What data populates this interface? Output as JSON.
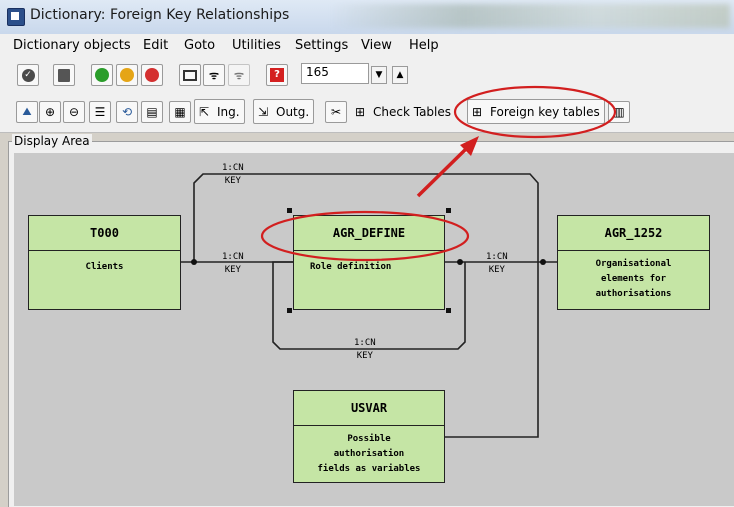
{
  "window": {
    "title": "Dictionary: Foreign Key Relationships"
  },
  "menu": [
    "Dictionary objects",
    "Edit",
    "Goto",
    "Utilities",
    "Settings",
    "View",
    "Help"
  ],
  "toolbar": {
    "command_value": "165"
  },
  "toolbar2": {
    "incoming_label": "Ing.",
    "outgoing_label": "Outg.",
    "check_tables_label": "Check Tables",
    "foreign_key_tables_label": "Foreign key tables"
  },
  "display_area_label": "Display Area",
  "tables": {
    "t000": {
      "name": "T000",
      "desc": [
        "Clients"
      ]
    },
    "agr_define": {
      "name": "AGR_DEFINE",
      "desc": [
        "Role definition"
      ]
    },
    "agr_1252": {
      "name": "AGR_1252",
      "desc": [
        "Organisational",
        "elements for",
        "authorisations"
      ]
    },
    "usvar": {
      "name": "USVAR",
      "desc": [
        "Possible",
        "authorisation",
        "fields as variables"
      ]
    }
  },
  "relations": {
    "top": {
      "card": "1:CN",
      "type": "KEY"
    },
    "left": {
      "card": "1:CN",
      "type": "KEY"
    },
    "right": {
      "card": "1:CN",
      "type": "KEY"
    },
    "bottom": {
      "card": "1:CN",
      "type": "KEY"
    }
  },
  "colors": {
    "table_fill": "#c5e5a5",
    "highlight": "#d21f1f",
    "canvas": "#c9c9c9"
  }
}
